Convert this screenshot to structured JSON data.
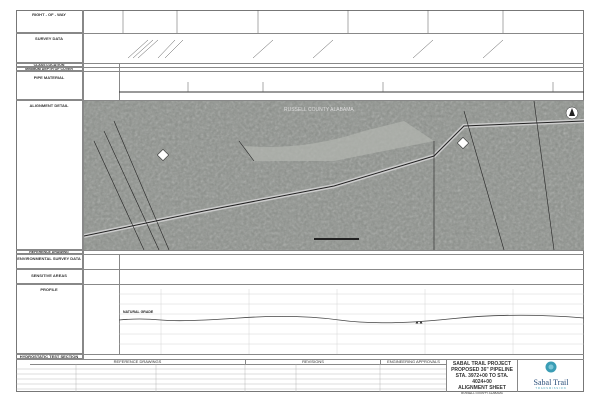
{
  "left_panel": {
    "right_of_way": "RIGHT - OF - WAY",
    "survey_data": "SURVEY DATA",
    "class_location": "CLASS LOCATION",
    "min_depth_cover": "MINIMUM DEPTH OF COVER",
    "pipe_material": "PIPE MATERIAL",
    "alignment_detail": "ALIGNMENT DETAIL",
    "reference_drawing": "REFERENCE DRAWING",
    "environmental_survey_data": "ENVIRONMENTAL SURVEY DATA",
    "sensitive_areas": "SENSITIVE AREAS",
    "profile": "PROFILE",
    "hydrostatic_test_section": "HYDROSTATIC TEST SECTION"
  },
  "map": {
    "county_label": "RUSSELL COUNTY ALABAMA"
  },
  "profile": {
    "natural_grade_label": "NATURAL GRADE"
  },
  "bottom": {
    "reference_drawings": "REFERENCE DRAWINGS",
    "revisions": "REVISIONS",
    "engineering_approvals": "ENGINEERING APPROVALS"
  },
  "title_block": {
    "line1": "SABAL TRAIL PROJECT",
    "line2": "PROPOSED 36\" PIPELINE",
    "line3": "STA. 3972+00 TO STA. 4024+00",
    "line4": "ALIGNMENT SHEET",
    "county": "RUSSELL COUNTY ALABAMA",
    "logo_text": "Sabal Trail",
    "logo_sub": "TRANSMISSION",
    "colors": {
      "logo_teal": "#3a9db5",
      "logo_navy": "#2a4f7a"
    }
  }
}
